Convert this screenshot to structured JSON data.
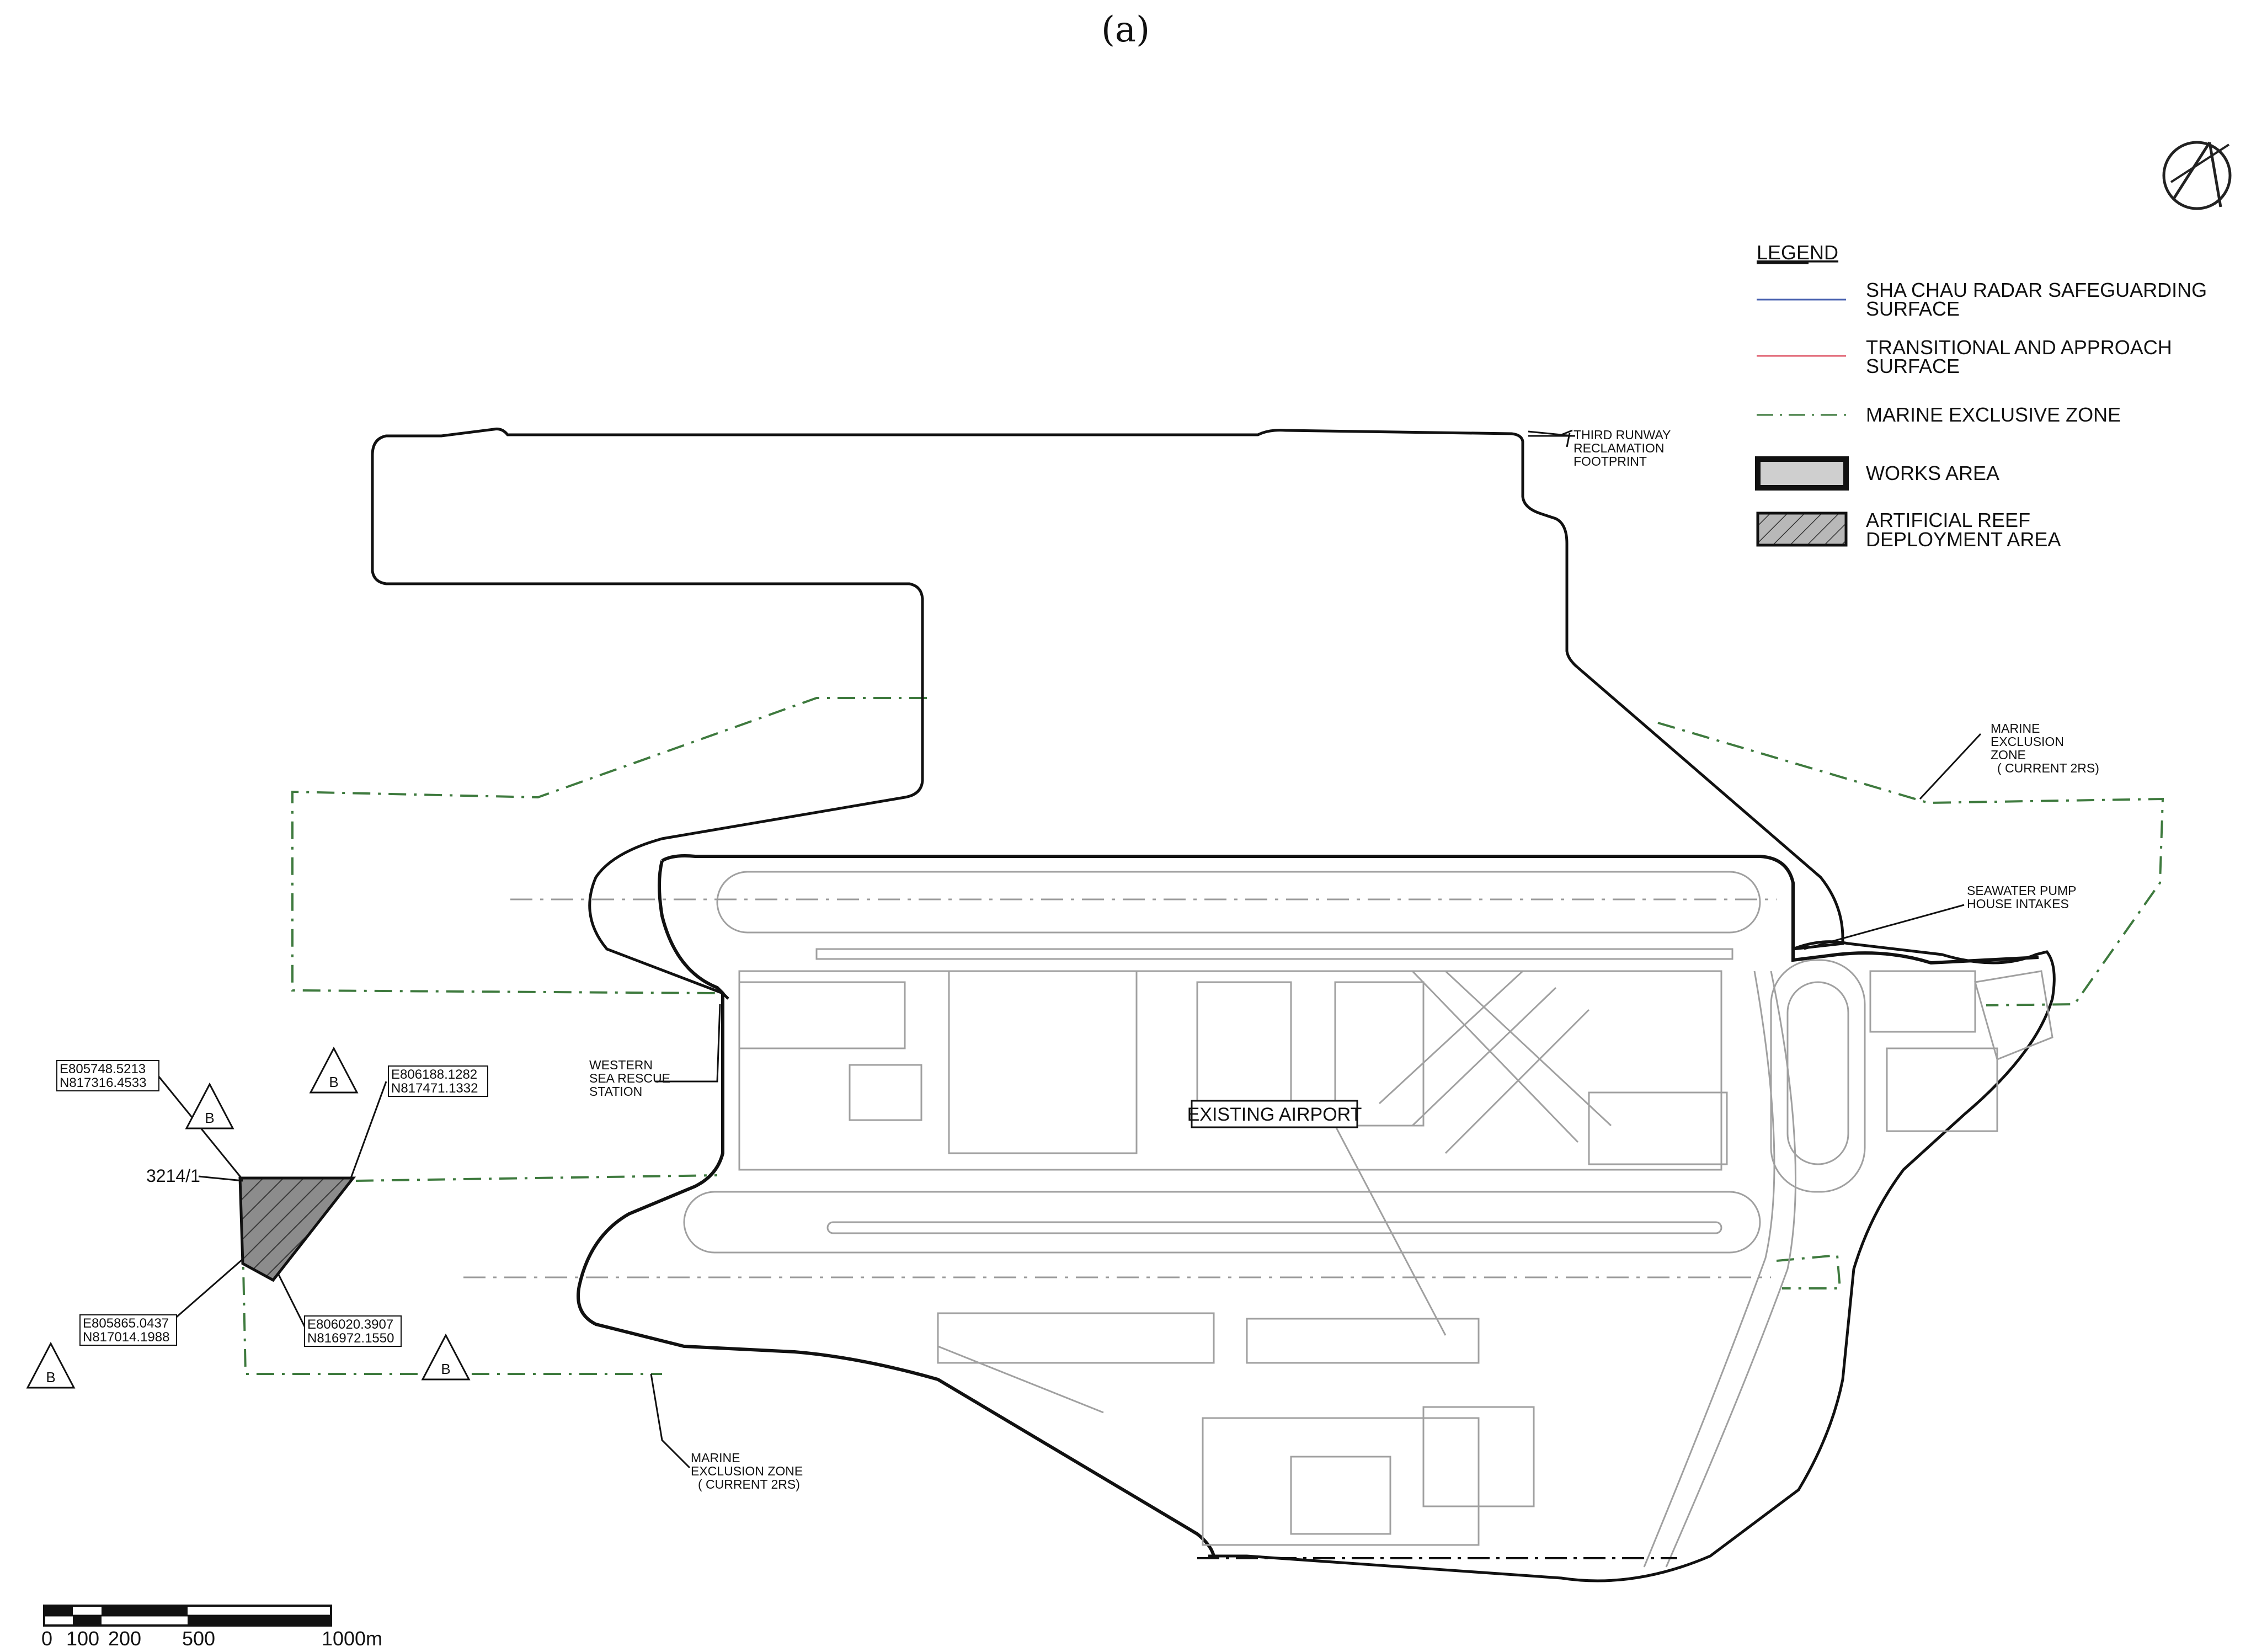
{
  "figure": {
    "panel_label": "(a)"
  },
  "legend": {
    "title": "LEGEND",
    "items": [
      {
        "label_lines": [
          "SHA CHAU RADAR SAFEGUARDING",
          "SURFACE"
        ],
        "color": "#4a63b0",
        "style": "solid-line"
      },
      {
        "label_lines": [
          "TRANSITIONAL AND APPROACH",
          "SURFACE"
        ],
        "color": "#e06070",
        "style": "solid-line"
      },
      {
        "label_lines": [
          "MARINE EXCLUSIVE ZONE"
        ],
        "color": "#3e7a3e",
        "style": "dash-dot-line"
      },
      {
        "label_lines": [
          "WORKS AREA"
        ],
        "color": "#c8c8c8",
        "style": "grey-box"
      },
      {
        "label_lines": [
          "ARTIFICIAL REEF",
          "DEPLOYMENT AREA"
        ],
        "color": "#9a9a9a",
        "style": "hatched-box"
      }
    ]
  },
  "labels": {
    "third_runway": [
      "THIRD RUNWAY",
      "RECLAMATION",
      "FOOTPRINT"
    ],
    "marine_zone_ne": [
      "MARINE",
      "EXCLUSION",
      "ZONE",
      "( CURRENT 2RS)"
    ],
    "seawater": [
      "SEAWATER PUMP",
      "HOUSE INTAKES"
    ],
    "western_rescue": [
      "WESTERN",
      "SEA RESCUE",
      "STATION"
    ],
    "existing_airport": "EXISTING AIRPORT",
    "marine_zone_s": [
      "MARINE",
      "EXCLUSION ZONE",
      "( CURRENT 2RS)"
    ],
    "lot": "3214/1",
    "section_marker": "B"
  },
  "coordinates": {
    "nw": [
      "E805748.5213",
      "N817316.4533"
    ],
    "ne": [
      "E806188.1282",
      "N817471.1332"
    ],
    "sw": [
      "E805865.0437",
      "N817014.1988"
    ],
    "se": [
      "E806020.3907",
      "N816972.1550"
    ]
  },
  "scale_bar": {
    "ticks": [
      "0",
      "100",
      "200",
      "500",
      "1000m"
    ]
  },
  "north_arrow": {
    "icon": "north-arrow-icon"
  },
  "colors": {
    "zone_green": "#3e7a3e",
    "outline": "#111111",
    "airport_grey": "#9a9a9a",
    "reef_fill": "#8a8a8a"
  }
}
